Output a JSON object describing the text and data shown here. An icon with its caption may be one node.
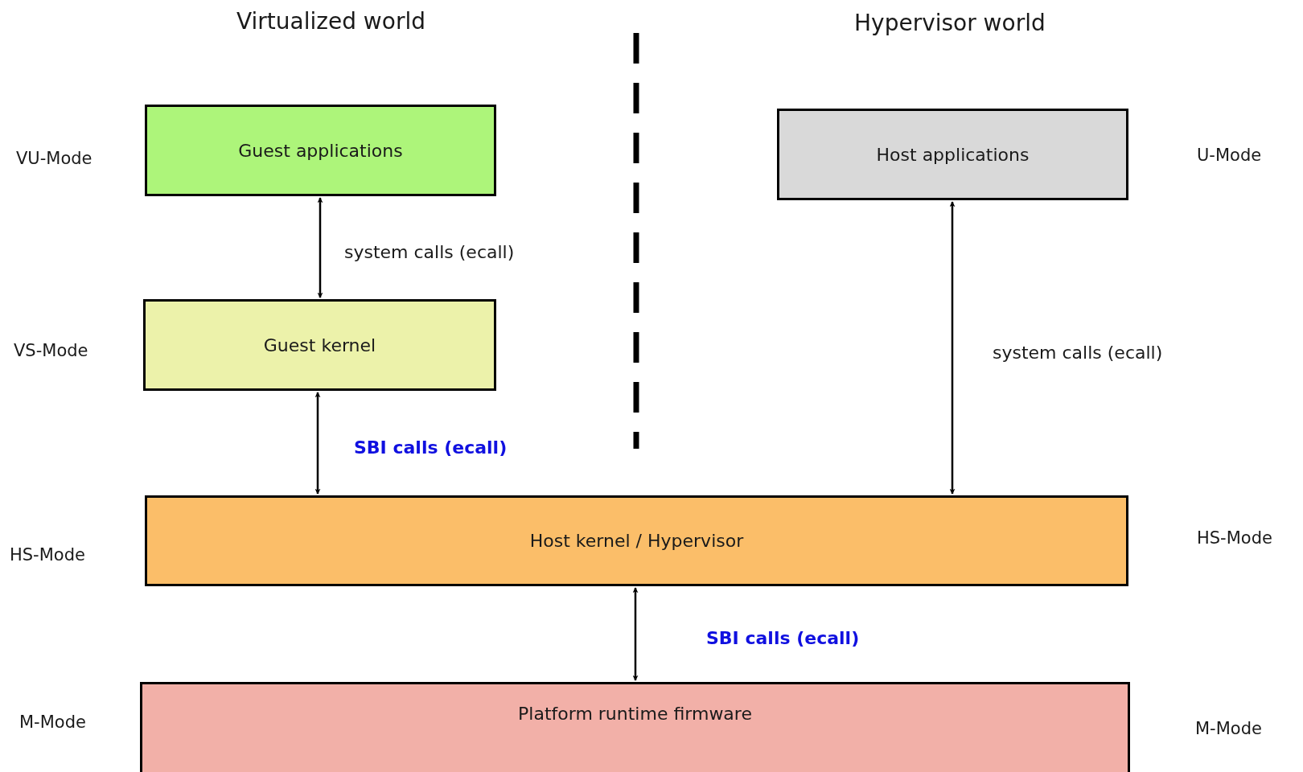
{
  "diagram": {
    "nodes": [
      {
        "text": [
          "Guest applications"
        ]
      },
      {
        "text": [
          "Guest kernel"
        ]
      },
      {
        "text": [
          "Host applications"
        ]
      },
      {
        "text": [
          "Host kernel / Hypervisor"
        ]
      },
      {
        "text": [
          "Platform runtime firmware"
        ]
      }
    ],
    "edges": [
      {
        "from": 0,
        "to": 1,
        "arrow": "both",
        "label": "system calls (ecall)"
      },
      {
        "from": 1,
        "to": 3,
        "arrow": "both",
        "label": "SBI calls (ecall)"
      },
      {
        "from": 2,
        "to": 3,
        "arrow": "both",
        "label": "system calls (ecall)"
      },
      {
        "from": 3,
        "to": 4,
        "arrow": "both",
        "label": "SBI calls (ecall)"
      }
    ],
    "labels": [
      "Virtualized world",
      "Hypervisor world",
      "VU-Mode",
      "U-Mode",
      "VS-Mode",
      "HS-Mode",
      "HS-Mode",
      "M-Mode",
      "M-Mode"
    ]
  }
}
